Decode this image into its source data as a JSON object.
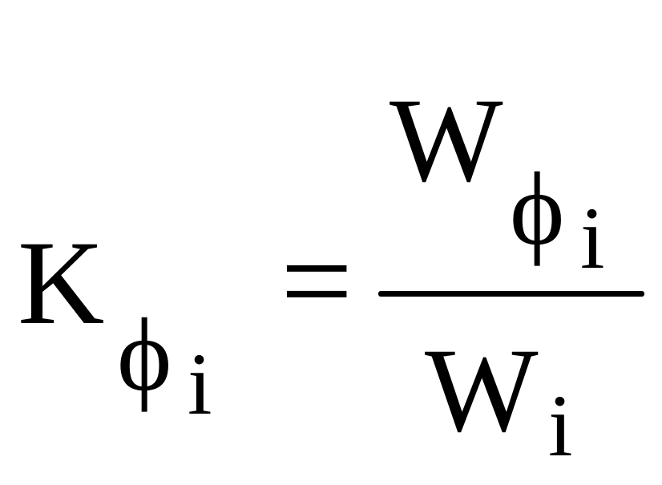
{
  "formula": {
    "lhs": {
      "main": "K",
      "sub": "ϕ",
      "sub_index": "i"
    },
    "operator": "=",
    "numerator": {
      "main": "W",
      "sub": "ϕ",
      "sub_index": "i"
    },
    "denominator": {
      "main": "W",
      "sub_index": "i"
    }
  }
}
